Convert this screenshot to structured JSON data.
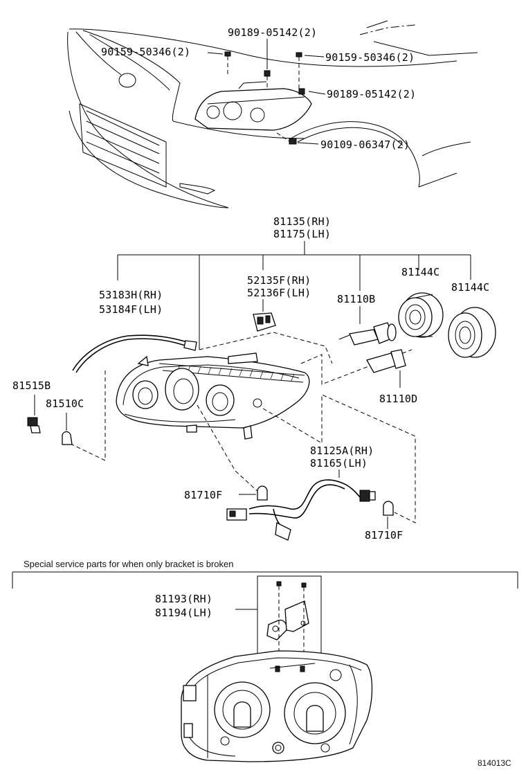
{
  "labels": {
    "bolt_top": "90189-05142(2)",
    "screw_left": "90159-50346(2)",
    "screw_right": "90159-50346(2)",
    "bolt_mid": "90189-05142(2)",
    "nut_bottom": "90109-06347(2)",
    "assembly_rh": "81135(RH)",
    "assembly_lh": "81175(LH)",
    "socket_rh": "52135F(RH)",
    "socket_lh": "52136F(LH)",
    "bulb_b": "81110B",
    "cap_1": "81144C",
    "cap_2": "81144C",
    "seal_rh": "53183H(RH)",
    "seal_lh": "53184F(LH)",
    "socket_515": "81515B",
    "bulb_510": "81510C",
    "bulb_d": "81110D",
    "wire_rh": "81125A(RH)",
    "wire_lh": "81165(LH)",
    "bulb_710_left": "81710F",
    "bulb_710_right": "81710F",
    "bracket_rh": "81193(RH)",
    "bracket_lh": "81194(LH)"
  },
  "special_note": "Special service parts for when only bracket is broken",
  "diagram_code": "814013C"
}
